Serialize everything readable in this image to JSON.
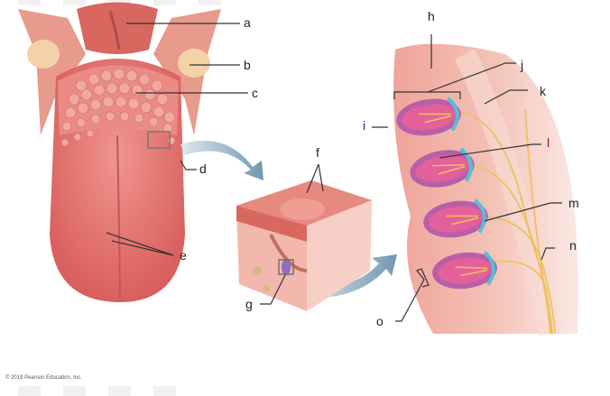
{
  "labels": {
    "a": "a",
    "b": "b",
    "c": "c",
    "d": "d",
    "e": "e",
    "f": "f",
    "g": "g",
    "h": "h",
    "i": "i",
    "j": "j",
    "k": "k",
    "l": "l",
    "m": "m",
    "n": "n",
    "o": "o"
  },
  "label_colors": {
    "default": "#222222",
    "i": "#1a1aa0",
    "l": "#b01010"
  },
  "copyright": "© 2019 Pearson Education, Inc."
}
